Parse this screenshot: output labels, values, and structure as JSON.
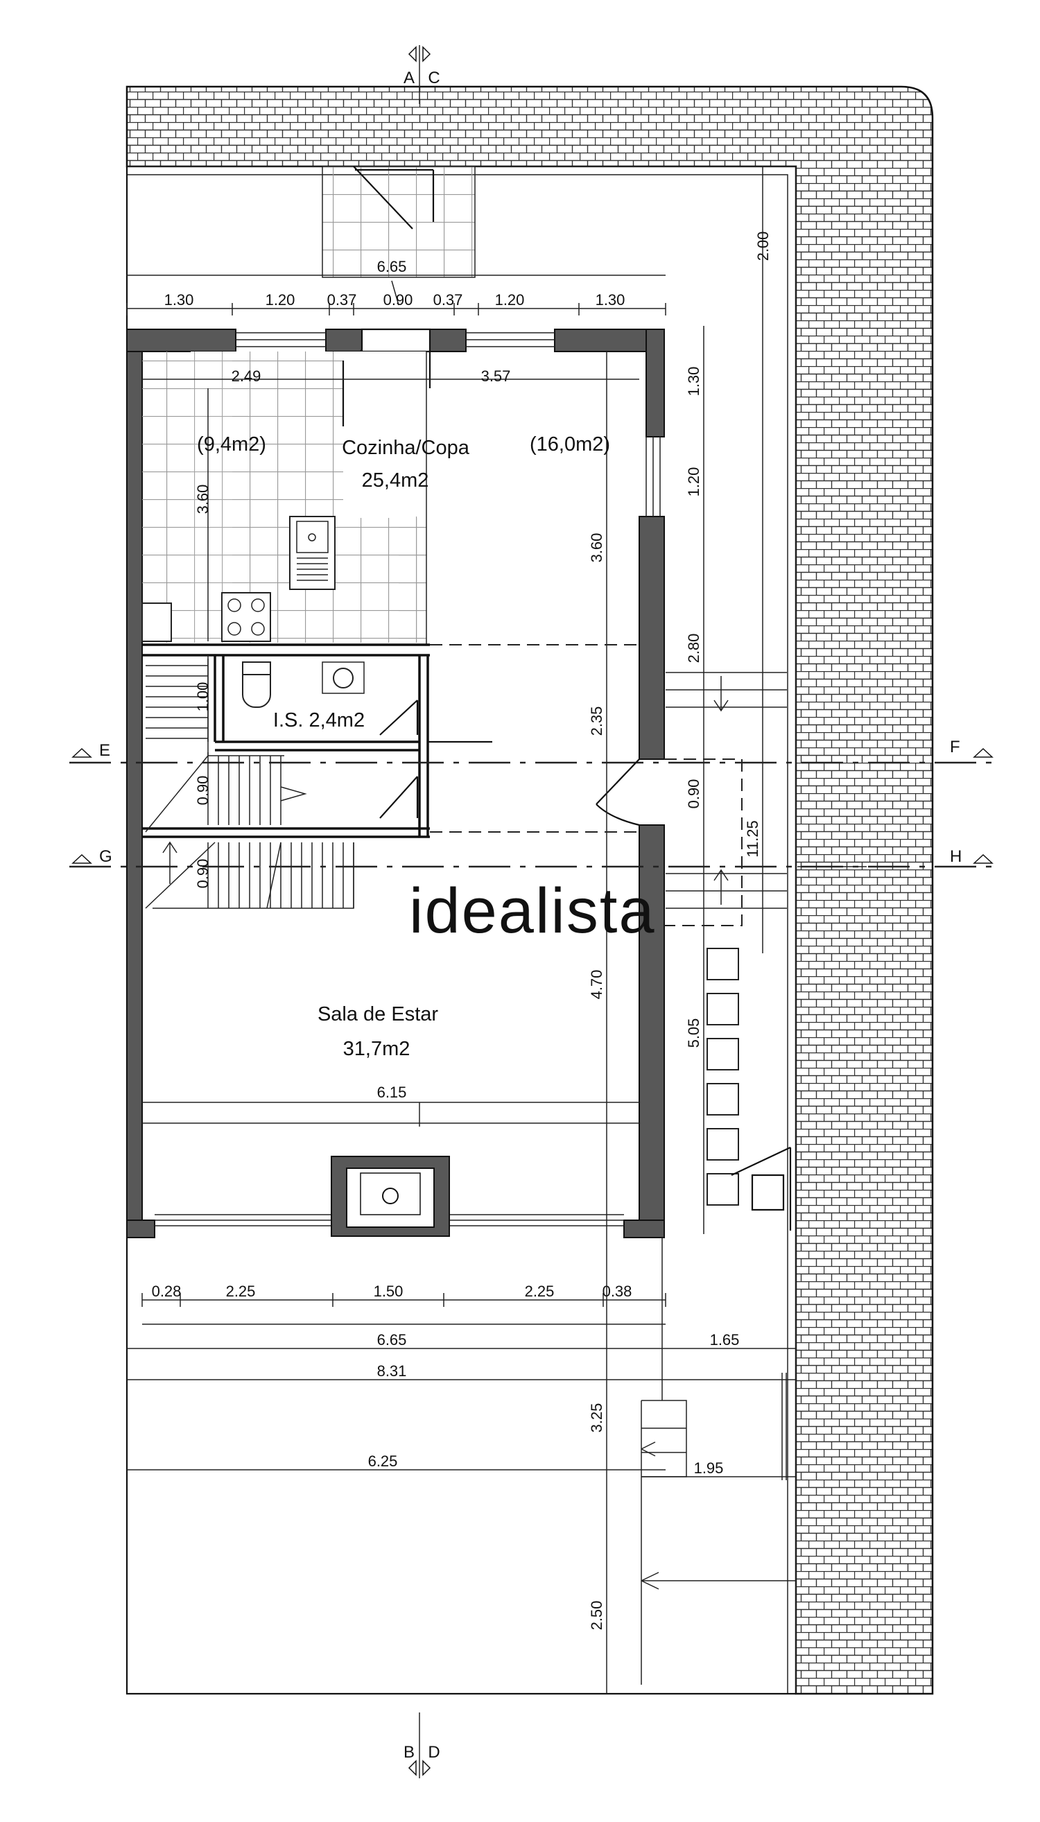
{
  "rooms": {
    "cozinha_name": "Cozinha/Copa",
    "cozinha_area": "25,4m2",
    "cozinha_left_area": "(9,4m2)",
    "cozinha_right_area": "(16,0m2)",
    "is_label": "I.S. 2,4m2",
    "sala_name": "Sala de Estar",
    "sala_area": "31,7m2"
  },
  "section_marks": {
    "top_left": "A",
    "top_right": "C",
    "bottom_left": "B",
    "bottom_right": "D",
    "e": "E",
    "f": "F",
    "g": "G",
    "h": "H"
  },
  "dimensions": {
    "top_width": "6.65",
    "top_chain": [
      "1.30",
      "1.20",
      "0.37",
      "0.90",
      "0.37",
      "1.20",
      "1.30"
    ],
    "kitchen_left": "2.49",
    "kitchen_right": "3.57",
    "kitchen_height": "3.60",
    "kitchen_right_height": "3.60",
    "stair_a": "1.00",
    "stair_b": "0.90",
    "stair_c": "0.90",
    "hall": "2.35",
    "sala_height": "4.70",
    "sala_width": "6.15",
    "bottom_chain": [
      "0.28",
      "2.25",
      "1.50",
      "2.25",
      "0.38"
    ],
    "total_a": "6.65",
    "total_b": "8.31",
    "ext_side": "1.65",
    "ext_3_25": "3.25",
    "ext_6_25": "6.25",
    "ext_1_95": "1.95",
    "ext_2_50": "2.50",
    "side_2_00": "2.00",
    "side_1_30": "1.30",
    "side_1_20": "1.20",
    "side_2_80": "2.80",
    "side_0_90": "0.90",
    "side_11_25": "11.25",
    "side_5_05": "5.05"
  },
  "watermark": "idealista"
}
